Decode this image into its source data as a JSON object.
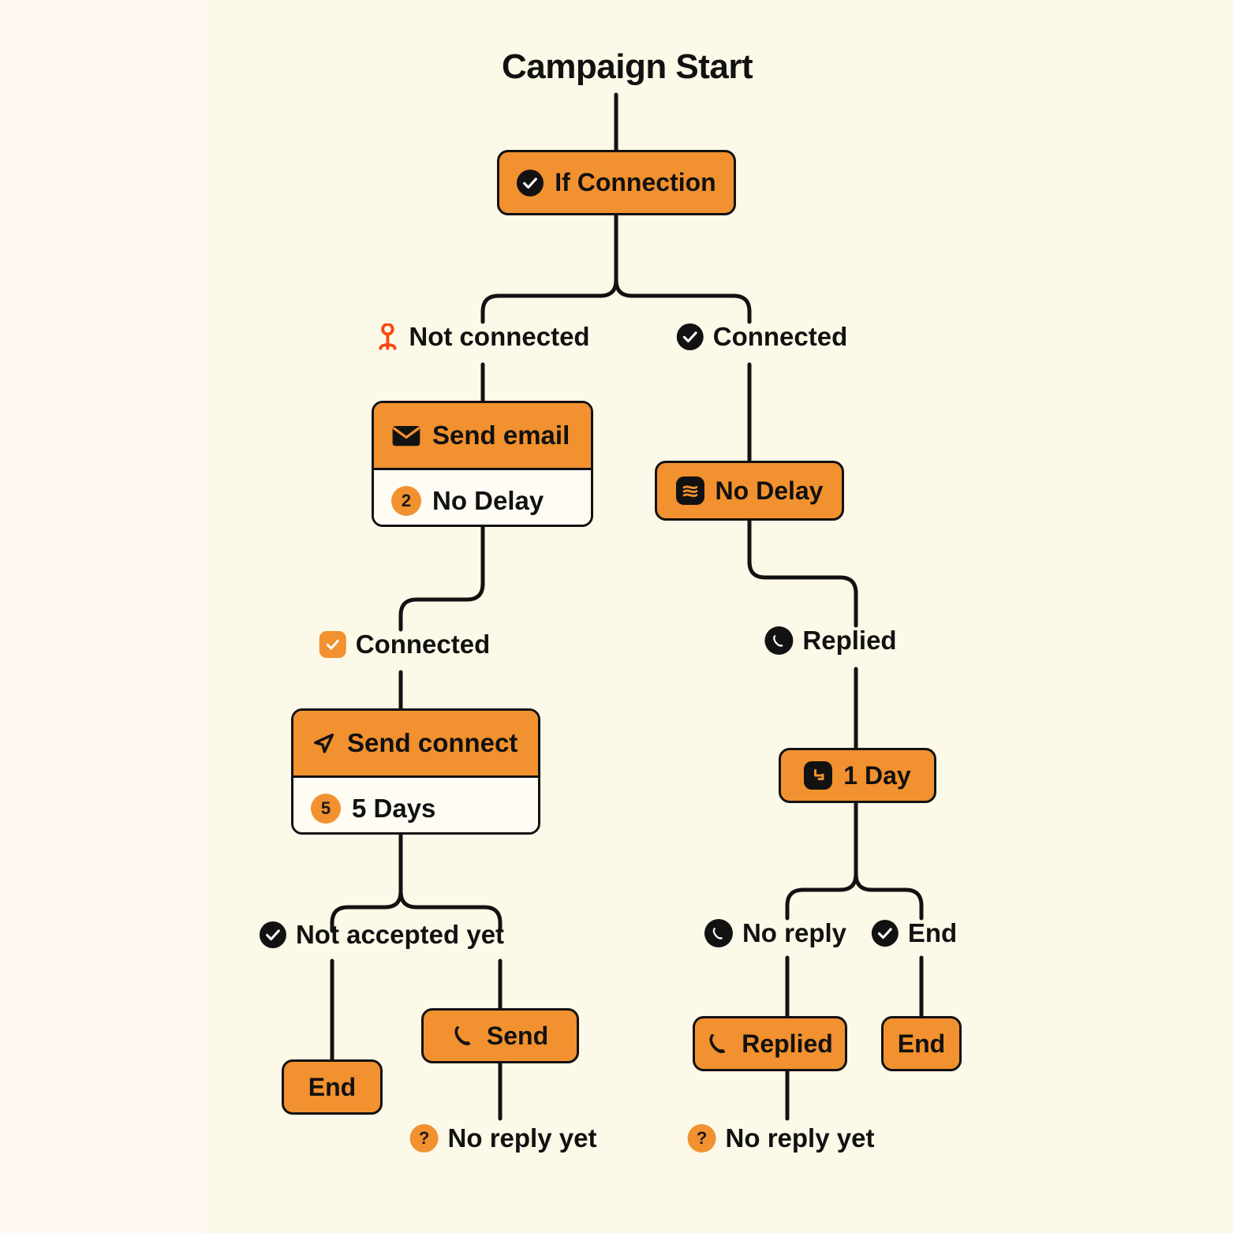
{
  "title": "Campaign Start",
  "colors": {
    "accent": "#F2912F",
    "ink": "#121212",
    "canvas": "#FDF9E8",
    "panel": "#FEF8F0",
    "card_body": "#FFFCF4",
    "alert": "#F74A11"
  },
  "nodes": {
    "if_connection": {
      "label": "If Connection",
      "icon": "circle-check-icon"
    },
    "send_email": {
      "header_label": "Send email",
      "header_icon": "mail-icon",
      "delay_label": "No Delay",
      "delay_badge": "2"
    },
    "no_delay": {
      "label": "No Delay",
      "icon": "delay-icon"
    },
    "send_connect": {
      "header_label": "Send connect",
      "header_icon": "paper-plane-icon",
      "delay_label": "5 Days",
      "delay_badge": "5"
    },
    "one_day": {
      "label": "1 Day",
      "icon": "step-delay-icon"
    },
    "end_left": {
      "label": "End"
    },
    "send": {
      "label": "Send",
      "icon": "phone-icon"
    },
    "replied_node": {
      "label": "Replied",
      "icon": "phone-icon"
    },
    "end_right": {
      "label": "End"
    }
  },
  "branches": {
    "not_connected": {
      "label": "Not connected",
      "icon": "person-alert-icon"
    },
    "connected_right": {
      "label": "Connected",
      "icon": "circle-check-icon"
    },
    "connected_left": {
      "label": "Connected",
      "icon": "checkbox-checked-icon"
    },
    "replied": {
      "label": "Replied",
      "icon": "circle-phone-icon"
    },
    "not_accepted_yet": {
      "label": "Not accepted yet",
      "icon": "circle-check-icon"
    },
    "no_reply": {
      "label": "No reply",
      "icon": "circle-phone-icon"
    },
    "end_branch": {
      "label": "End",
      "icon": "circle-check-icon"
    },
    "no_reply_yet_left": {
      "label": "No reply yet",
      "badge": "?"
    },
    "no_reply_yet_right": {
      "label": "No reply yet",
      "badge": "?"
    }
  },
  "chart_data": {
    "type": "diagram",
    "title": "Campaign Start",
    "flow": [
      {
        "from": "Campaign Start",
        "to": "If Connection"
      },
      {
        "from": "If Connection",
        "to": "Send email",
        "condition": "Not connected"
      },
      {
        "from": "If Connection",
        "to": "No Delay",
        "condition": "Connected"
      },
      {
        "from": "Send email / No Delay",
        "to": "Send connect",
        "condition": "Connected"
      },
      {
        "from": "No Delay",
        "to": "1 Day",
        "condition": "Replied"
      },
      {
        "from": "Send connect / 5 Days",
        "to": "End",
        "condition": "Not accepted yet"
      },
      {
        "from": "Send connect / 5 Days",
        "to": "Send"
      },
      {
        "from": "Send",
        "to": "No reply yet"
      },
      {
        "from": "1 Day",
        "to": "Replied",
        "condition": "No reply"
      },
      {
        "from": "1 Day",
        "to": "End",
        "condition": "End"
      },
      {
        "from": "Replied",
        "to": "No reply yet"
      }
    ]
  }
}
